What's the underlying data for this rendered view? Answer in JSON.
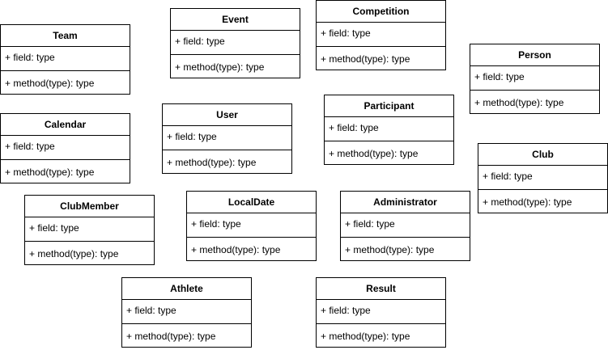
{
  "classes": [
    {
      "id": "team",
      "name": "Team",
      "field": "+ field: type",
      "method": "+ method(type): type"
    },
    {
      "id": "event",
      "name": "Event",
      "field": "+ field: type",
      "method": "+ method(type): type"
    },
    {
      "id": "competition",
      "name": "Competition",
      "field": "+ field: type",
      "method": "+ method(type): type"
    },
    {
      "id": "person",
      "name": "Person",
      "field": "+ field: type",
      "method": "+ method(type): type"
    },
    {
      "id": "calendar",
      "name": "Calendar",
      "field": "+ field: type",
      "method": "+ method(type): type"
    },
    {
      "id": "user",
      "name": "User",
      "field": "+ field: type",
      "method": "+ method(type): type"
    },
    {
      "id": "participant",
      "name": "Participant",
      "field": "+ field: type",
      "method": "+ method(type): type"
    },
    {
      "id": "club",
      "name": "Club",
      "field": "+ field: type",
      "method": "+ method(type): type"
    },
    {
      "id": "clubmember",
      "name": "ClubMember",
      "field": "+ field: type",
      "method": "+ method(type): type"
    },
    {
      "id": "localdate",
      "name": "LocalDate",
      "field": "+ field: type",
      "method": "+ method(type): type"
    },
    {
      "id": "administrator",
      "name": "Administrator",
      "field": "+ field: type",
      "method": "+ method(type): type"
    },
    {
      "id": "athlete",
      "name": "Athlete",
      "field": "+ field: type",
      "method": "+ method(type): type"
    },
    {
      "id": "result",
      "name": "Result",
      "field": "+ field: type",
      "method": "+ method(type): type"
    }
  ]
}
